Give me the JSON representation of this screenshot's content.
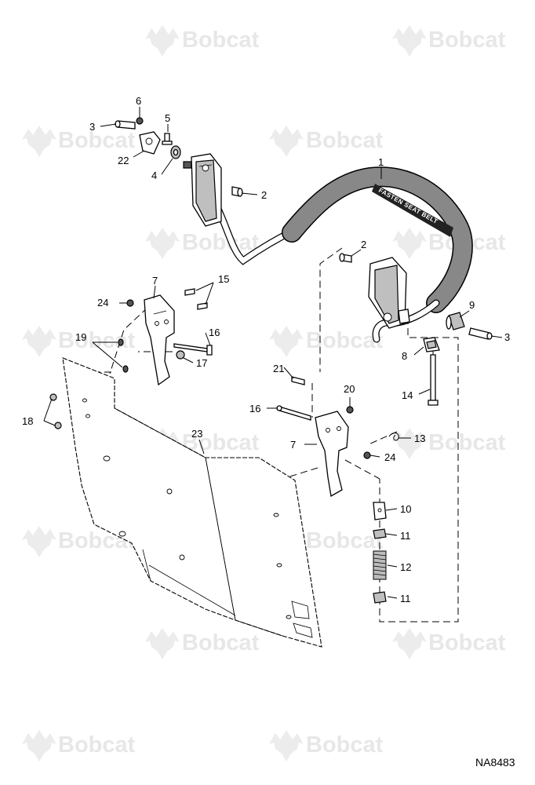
{
  "watermark": {
    "brand": "Bobcat"
  },
  "grip_text": "FASTEN SEAT BELT",
  "drawing_number": "NA8483",
  "callouts": {
    "c1": "1",
    "c2a": "2",
    "c2b": "2",
    "c3a": "3",
    "c3b": "3",
    "c4": "4",
    "c5": "5",
    "c6": "6",
    "c7a": "7",
    "c7b": "7",
    "c8": "8",
    "c9": "9",
    "c10": "10",
    "c11a": "11",
    "c11b": "11",
    "c12": "12",
    "c13": "13",
    "c14": "14",
    "c15": "15",
    "c16a": "16",
    "c16b": "16",
    "c17": "17",
    "c18": "18",
    "c19": "19",
    "c20": "20",
    "c21": "21",
    "c22": "22",
    "c23": "23",
    "c24a": "24",
    "c24b": "24"
  }
}
